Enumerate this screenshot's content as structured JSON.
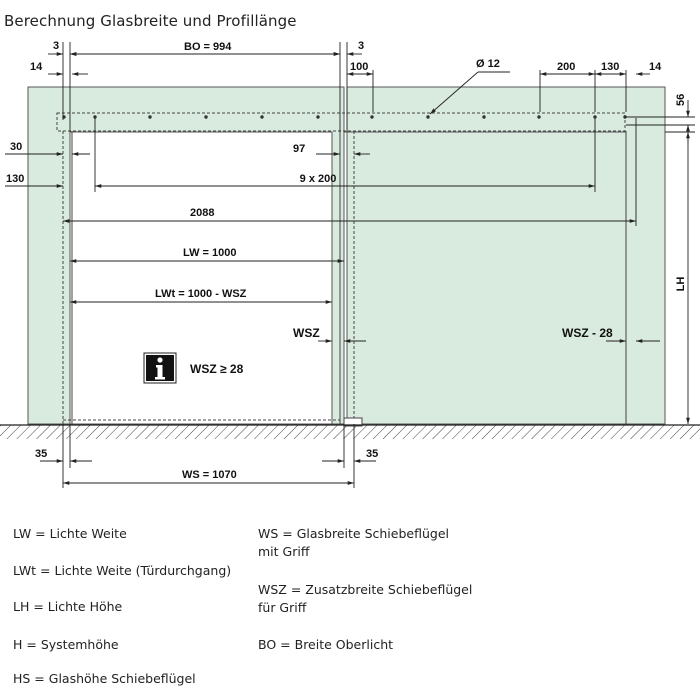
{
  "title": "Berechnung Glasbreite und Profillänge",
  "dimensions": {
    "d3_left": "3",
    "bo": "BO = 994",
    "d3_right": "3",
    "d14_left": "14",
    "d100": "100",
    "d12": "Ø 12",
    "d200": "200",
    "d130_top": "130",
    "d14_right": "14",
    "d56": "56",
    "d30": "30",
    "d97": "97",
    "d130_left": "130",
    "d9x200": "9 x 200",
    "d2088": "2088",
    "lw": "LW = 1000",
    "lwt": "LWt = 1000 - WSZ",
    "lh": "LH",
    "wsz": "WSZ",
    "wsz28": "WSZ - 28",
    "info": "WSZ ≥ 28",
    "d35_left": "35",
    "d35_right": "35",
    "ws": "WS = 1070"
  },
  "legend_left": [
    "LW = Lichte Weite",
    "LWt = Lichte Weite (Türdurchgang)",
    "LH = Lichte Höhe",
    "H = Systemhöhe",
    "HS = Glashöhe Schiebeflügel"
  ],
  "legend_right": [
    "WS = Glasbreite Schiebeflügel",
    "mit Griff",
    "WSZ = Zusatzbreite Schiebeflügel",
    "für Griff",
    "BO = Breite Oberlicht"
  ],
  "colors": {
    "glass": "#d9eade",
    "line": "#333333"
  }
}
